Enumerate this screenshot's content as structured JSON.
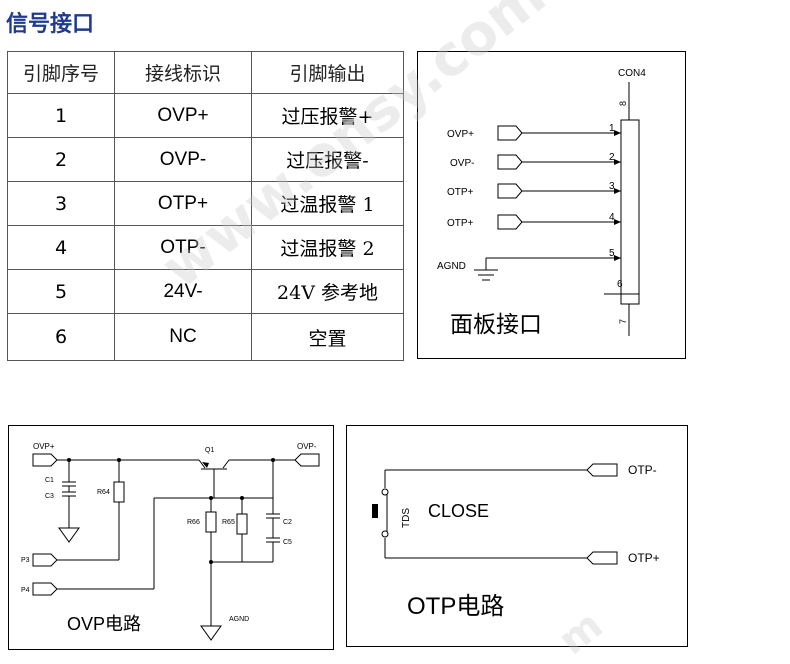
{
  "title": "信号接口",
  "table": {
    "headers": [
      "引脚序号",
      "接线标识",
      "引脚输出"
    ],
    "rows": [
      [
        "1",
        "OVP+",
        "过压报警+"
      ],
      [
        "2",
        "OVP-",
        "过压报警-"
      ],
      [
        "3",
        "OTP+",
        "过温报警 1"
      ],
      [
        "4",
        "OTP-",
        "过温报警 2"
      ],
      [
        "5",
        "24V-",
        "24V 参考地"
      ],
      [
        "6",
        "NC",
        "空置"
      ]
    ]
  },
  "panel": {
    "caption": "面板接口",
    "connector": "CON4",
    "pin8": "8",
    "signals": [
      "OVP+",
      "OVP-",
      "OTP+",
      "OTP+"
    ],
    "agnd": "AGND",
    "pins": [
      "1",
      "2",
      "3",
      "4",
      "5",
      "6",
      "7"
    ]
  },
  "ovp": {
    "caption": "OVP电路",
    "ovp_plus": "OVP+",
    "ovp_minus": "OVP-",
    "q1": "Q1",
    "c1": "C1",
    "c3": "C3",
    "r64": "R64",
    "r66": "R66",
    "r65": "R65",
    "c2": "C2",
    "c5": "C5",
    "p3": "P3",
    "p4": "P4",
    "agnd": "AGND"
  },
  "otp": {
    "caption": "OTP电路",
    "otp_minus": "OTP-",
    "otp_plus": "OTP+",
    "tds": "TDS",
    "close": "CLOSE"
  },
  "watermark": "www.ensy.com",
  "watermark_bottom": "m"
}
